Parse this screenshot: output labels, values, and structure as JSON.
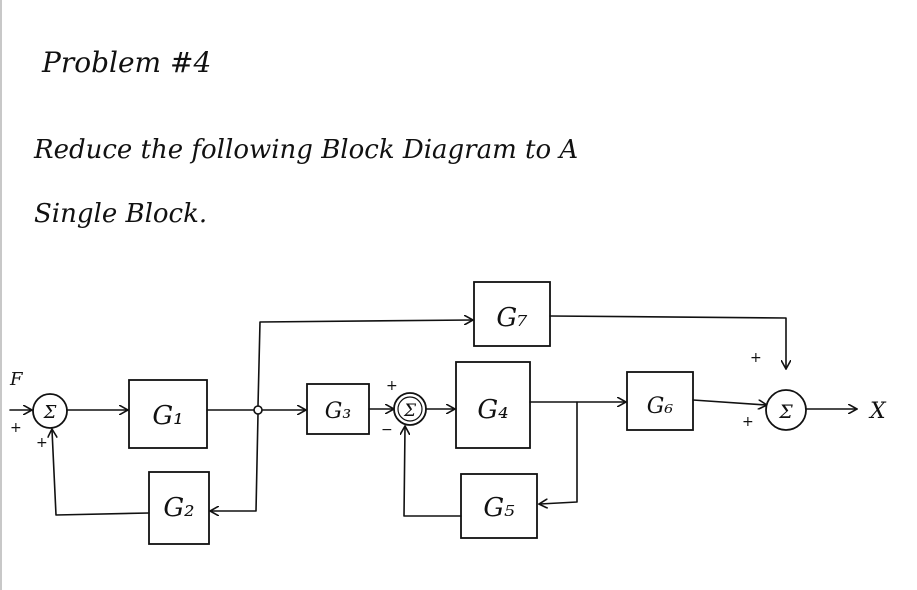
{
  "problem_title": "Problem #4",
  "instructions": [
    "Reduce the following Block Diagram to A",
    "Single Block."
  ],
  "diagram": {
    "input_label": "F",
    "output_label": "X",
    "blocks": {
      "g1": "G₁",
      "g2": "G₂",
      "g3": "G₃",
      "g4": "G₄",
      "g5": "G₅",
      "g6": "G₆",
      "g7": "G₇"
    },
    "summing_symbol": "Σ",
    "sum1_signs": {
      "input": "+",
      "feedback": "+"
    },
    "sum2_signs": {
      "forward": "+",
      "feedback": "−"
    },
    "sum3_signs": {
      "top": "+",
      "left": "+"
    }
  }
}
